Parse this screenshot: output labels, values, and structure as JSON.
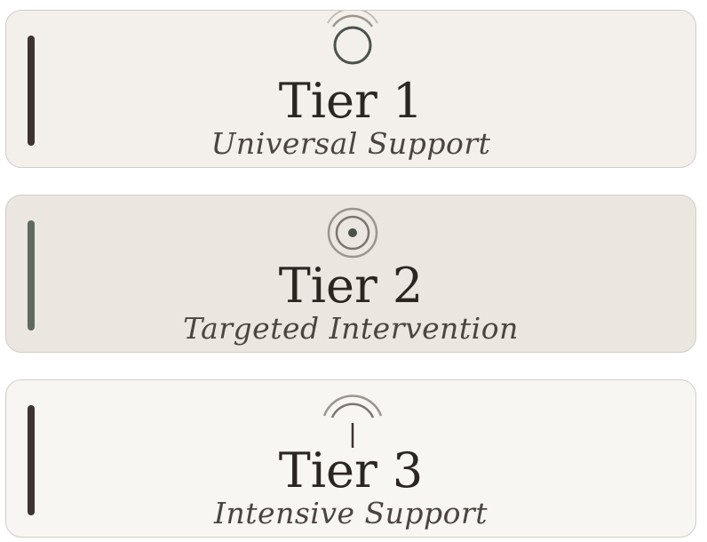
{
  "colors": {
    "card_backgrounds": [
      "#f3f0ec",
      "#ece6e1",
      "#f8f6f2"
    ],
    "accent_dark": "#3d3330",
    "accent_green": "#5e6b5d",
    "icon_gray": "#9b9590",
    "icon_dark": "#4a524b",
    "text_dark": "#2c2623",
    "text_subtle": "#4b4440"
  },
  "tiers": [
    {
      "title": "Tier 1",
      "subtitle": "Universal Support",
      "icon": "broadcast-circle-icon",
      "background": "#f3f0ec",
      "accent": "#3d3330"
    },
    {
      "title": "Tier 2",
      "subtitle": "Targeted Intervention",
      "icon": "target-icon",
      "background": "#ece6e1",
      "accent": "#5e6b5d"
    },
    {
      "title": "Tier 3",
      "subtitle": "Intensive Support",
      "icon": "signal-antenna-icon",
      "background": "#f8f6f2",
      "accent": "#3d3330"
    }
  ]
}
